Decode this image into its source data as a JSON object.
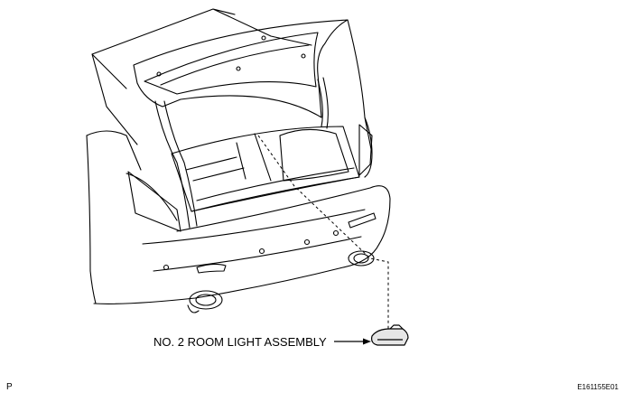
{
  "diagram": {
    "callout": {
      "label": "NO. 2 ROOM LIGHT ASSEMBLY"
    },
    "corner_left_code": "P",
    "figure_code": "E161155E01",
    "colors": {
      "line": "#000000",
      "background": "#ffffff",
      "part_fill": "#e6e6e6"
    }
  }
}
